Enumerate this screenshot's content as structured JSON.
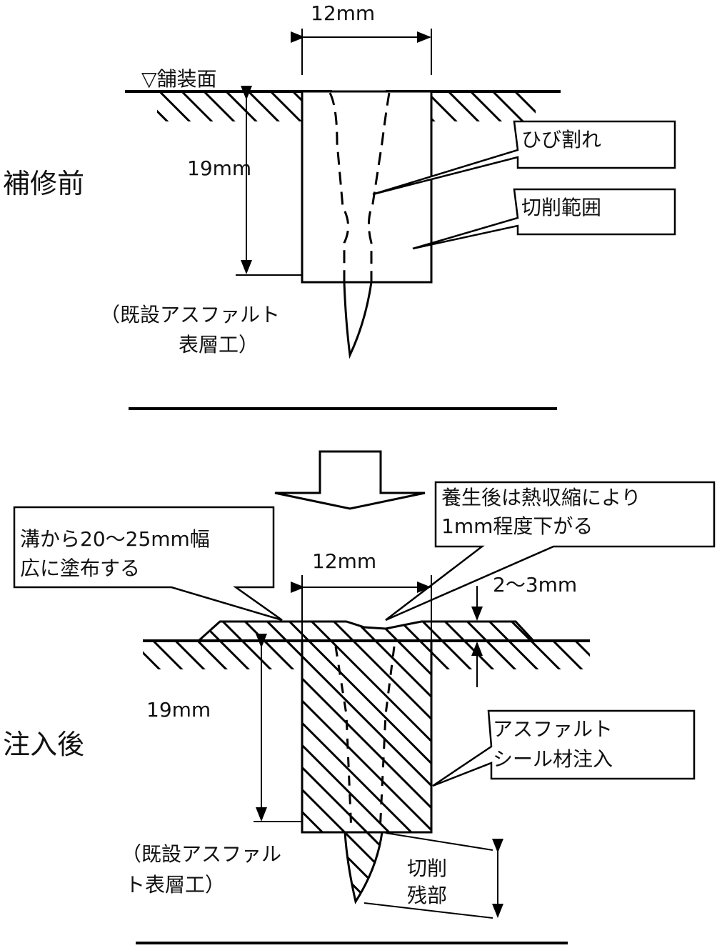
{
  "before": {
    "section_label": "補修前",
    "width_dim": "12mm",
    "depth_dim": "19mm",
    "surface_label": "▽舗装面",
    "callout_crack": "ひび割れ",
    "callout_cut_range": "切削範囲",
    "existing_layer_line1": "（既設アスファルト",
    "existing_layer_line2": "表層工）"
  },
  "after": {
    "section_label": "注入後",
    "width_dim": "12mm",
    "depth_dim": "19mm",
    "overlay_dim": "2～3mm",
    "callout_spread_line1": "溝から20～25mm幅",
    "callout_spread_line2": "広に塗布する",
    "callout_shrink_line1": "養生後は熱収縮により",
    "callout_shrink_line2": "1mm程度下がる",
    "callout_sealant_line1": "アスファルト",
    "callout_sealant_line2": "シール材注入",
    "existing_layer_line1": "（既設アスファル",
    "existing_layer_line2": "ト表層工）",
    "remaining_cut_line1": "切削",
    "remaining_cut_line2": "残部"
  },
  "colors": {
    "line": "#000000",
    "background": "#ffffff"
  }
}
